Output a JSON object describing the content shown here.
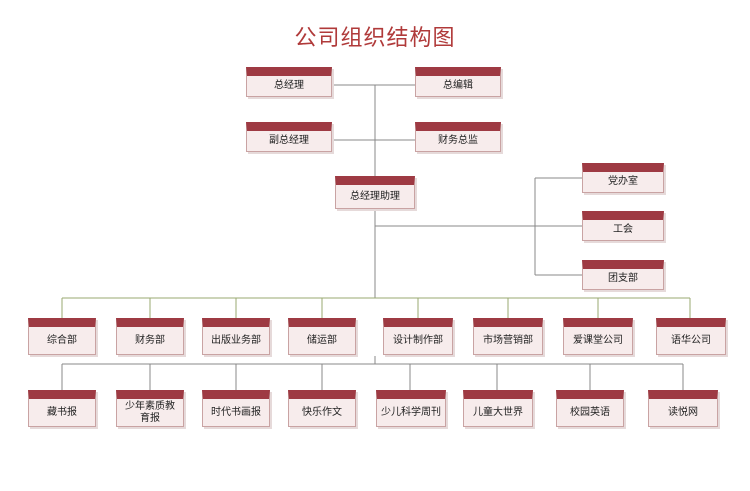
{
  "title": "公司组织结构图",
  "colors": {
    "title": "#b03a3a",
    "box_header": "#9e3a43",
    "box_fill": "#f7ecec",
    "line": "#888888",
    "line_green": "#9aaa70"
  },
  "nodes": {
    "ceo": "总经理",
    "chief_editor": "总编辑",
    "deputy_gm": "副总经理",
    "finance_director": "财务总监",
    "gm_assistant": "总经理助理",
    "party_office": "党办室",
    "union": "工会",
    "youth_league": "团支部"
  },
  "departments": [
    "综合部",
    "财务部",
    "出版业务部",
    "储运部",
    "设计制作部",
    "市场营销部",
    "爱课堂公司",
    "语华公司"
  ],
  "publications": [
    "藏书报",
    "少年素质教育报",
    "时代书画报",
    "快乐作文",
    "少儿科学周刊",
    "儿童大世界",
    "校园英语",
    "读悦网"
  ]
}
